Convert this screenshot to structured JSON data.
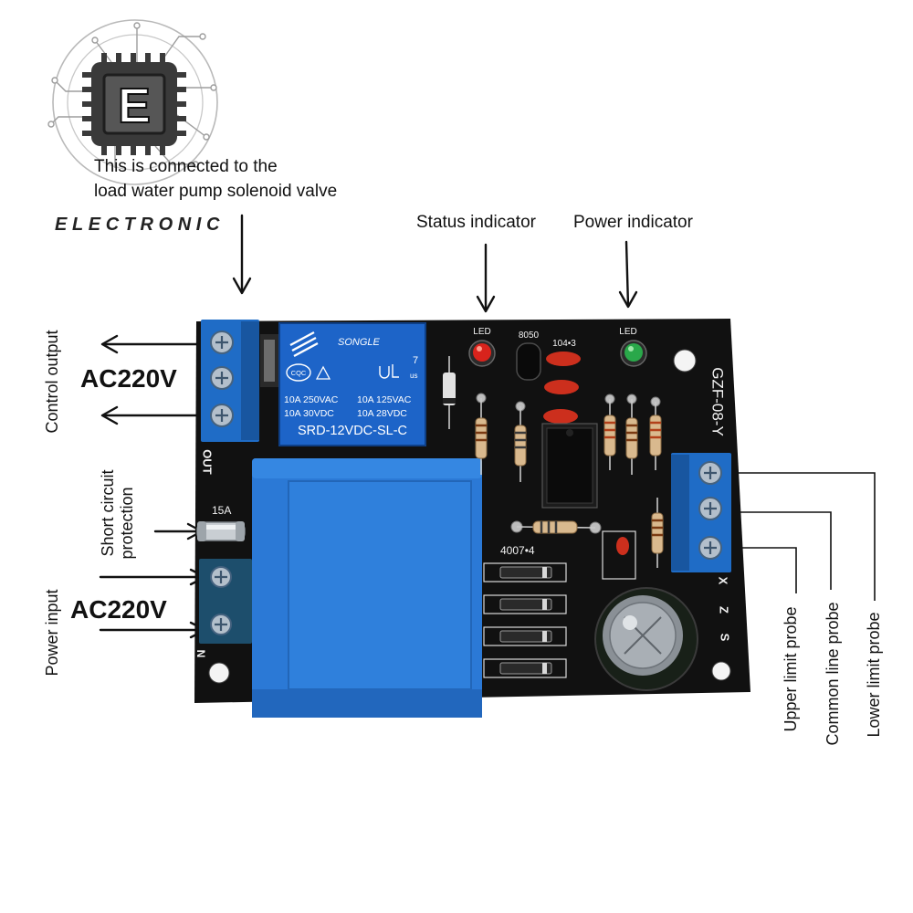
{
  "logo": {
    "chip_letter": "E",
    "brand": "ELECTRONIC"
  },
  "callouts": {
    "load_line1": "This is connected to the",
    "load_line2": "load water pump solenoid valve",
    "status_indicator": "Status indicator",
    "power_indicator": "Power indicator",
    "control_output": "Control output",
    "control_voltage": "AC220V",
    "short_circuit_line1": "Short circuit",
    "short_circuit_line2": "protection",
    "power_input": "Power input",
    "power_voltage": "AC220V",
    "upper_limit_probe": "Upper limit probe",
    "common_line_probe": "Common line probe",
    "lower_limit_probe": "Lower limit probe"
  },
  "board": {
    "model": "GZF-08-Y",
    "output_label": "OUT",
    "fuse_rating": "15A",
    "power_terminal_label": "N",
    "status_led_label": "LED",
    "power_led_label": "LED",
    "transistor_label": "8050",
    "capacitor_label": "104•3",
    "diode_label": "4007•4",
    "probe_terminal_labels": [
      "X",
      "Z",
      "S"
    ],
    "relay": {
      "brand": "SONGLE",
      "cert_mark": "CQC",
      "mark_number": "7",
      "ul_suffix": "us",
      "ratings": [
        "10A 250VAC",
        "10A 125VAC",
        "10A 30VDC",
        "10A 28VDC"
      ],
      "model": "SRD-12VDC-SL-C"
    }
  },
  "colors": {
    "background": "#ffffff",
    "pcb": "#111111",
    "terminal_blue": "#1f6cc6",
    "relay_blue": "#1d64c8",
    "transformer_blue": "#2b79d6",
    "power_terminal": "#1d4e6c",
    "status_led": "#d8231c",
    "power_led": "#2aa84a",
    "ceramic_capacitor": "#cc2f1d",
    "callout_ink": "#111111"
  }
}
